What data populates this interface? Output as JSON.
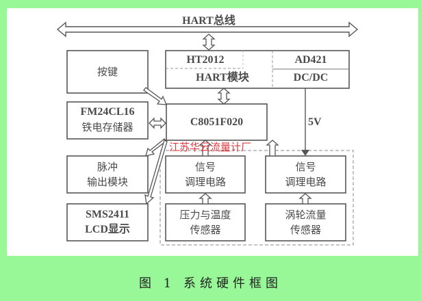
{
  "diagram": {
    "bus_label": "HART总线",
    "blocks": {
      "keys": "按键",
      "fram_model": "FM24CL16",
      "fram_desc": "铁电存储器",
      "pulse_line1": "脉冲",
      "pulse_line2": "输出模块",
      "lcd_model": "SMS2411",
      "lcd_desc": "LCD显示",
      "ht2012": "HT2012",
      "hart_module": "HART模块",
      "ad421": "AD421",
      "dcdc": "DC/DC",
      "mcu": "C8051F020",
      "sig1_line1": "信号",
      "sig1_line2": "调理电路",
      "sig2_line1": "信号",
      "sig2_line2": "调理电路",
      "sensor1_line1": "压力与温度",
      "sensor1_line2": "传感器",
      "sensor2_line1": "涡轮流量",
      "sensor2_line2": "传感器"
    },
    "voltage_label": "5V",
    "watermark": "江苏华云流量计厂"
  },
  "caption": "图 1 系统硬件框图",
  "colors": {
    "background": "#98f898",
    "panel": "#ffffff",
    "stroke": "#555555",
    "watermark": "#e0393e"
  }
}
